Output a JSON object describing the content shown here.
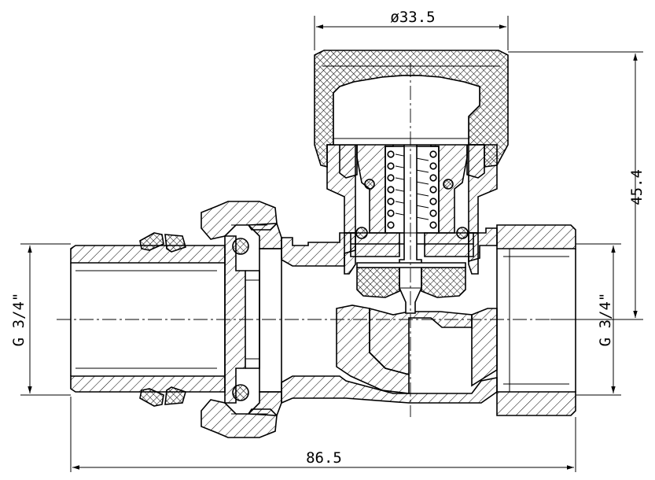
{
  "drawing": {
    "subject": "straight radiator valve, sectional view",
    "dimensions": {
      "top_diameter": "ø33.5",
      "height": "45.4",
      "overall_length": "86.5",
      "left_thread": "G 3/4\"",
      "right_thread": "G 3/4\""
    }
  }
}
